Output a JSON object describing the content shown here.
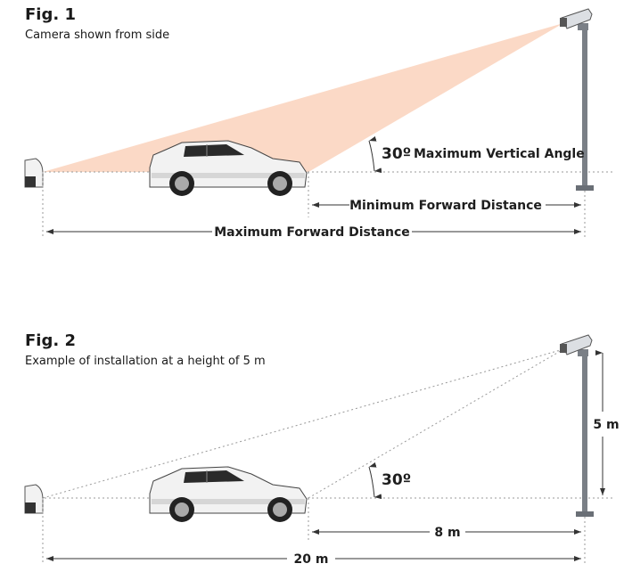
{
  "fig1": {
    "title": "Fig. 1",
    "subtitle": "Camera shown from side",
    "angle_value": "30º",
    "angle_label": "Maximum Vertical Angle",
    "min_distance_label": "Minimum Forward Distance",
    "max_distance_label": "Maximum Forward Distance"
  },
  "fig2": {
    "title": "Fig. 2",
    "subtitle": "Example of installation at a height of 5 m",
    "angle_value": "30º",
    "height_label": "5 m",
    "min_distance_label": "8 m",
    "max_distance_label": "20 m"
  },
  "colors": {
    "cone_fill": "#fbd5c0",
    "pole": "#7a7f86",
    "camera_body": "#dcdfe3",
    "car_body": "#f2f2f2",
    "dimension_line": "#333333"
  }
}
